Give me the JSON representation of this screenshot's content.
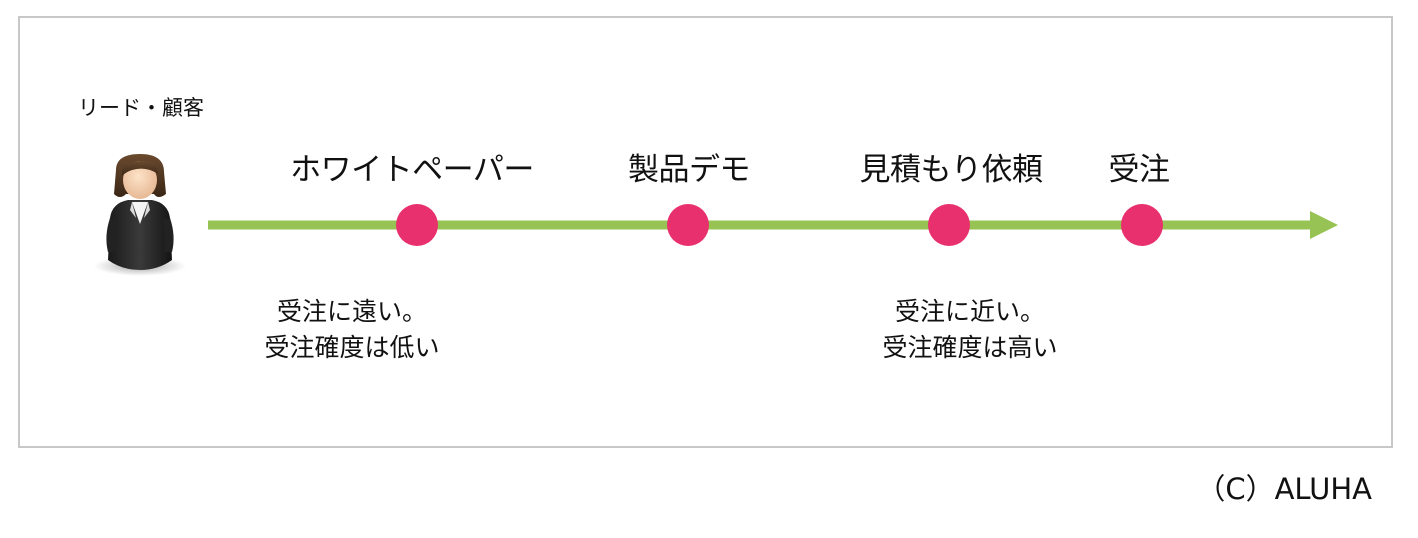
{
  "person_label": "リード・顧客",
  "arrow_color": "#97c355",
  "dot_color": "#e8306e",
  "stages": [
    {
      "label": "ホワイトペーパー"
    },
    {
      "label": "製品デモ"
    },
    {
      "label": "見積もり依頼"
    },
    {
      "label": "受注"
    }
  ],
  "notes": {
    "left": {
      "line1": "受注に遠い。",
      "line2": "受注確度は低い"
    },
    "right": {
      "line1": "受注に近い。",
      "line2": "受注確度は高い"
    }
  },
  "credit": "（C）ALUHA"
}
